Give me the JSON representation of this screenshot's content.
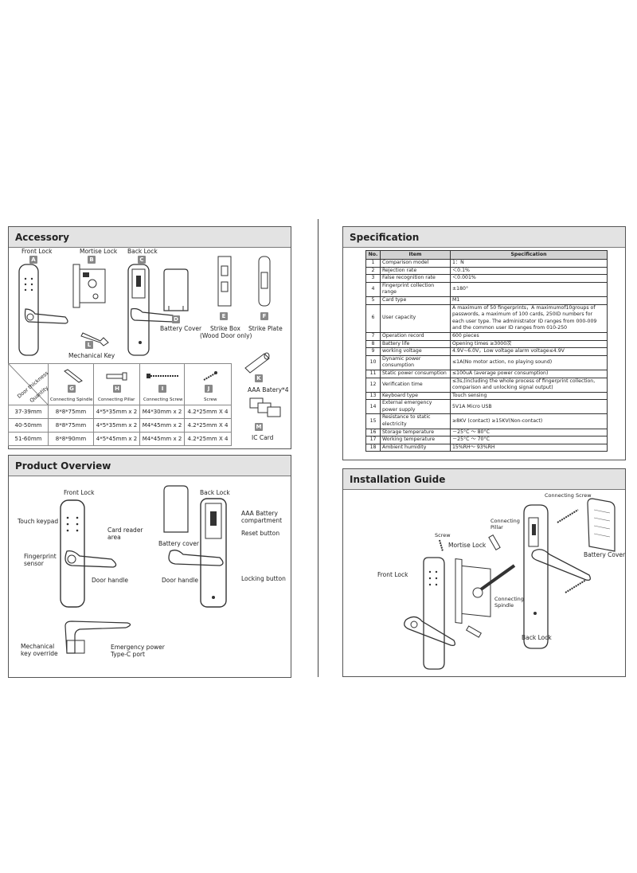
{
  "accessory": {
    "title": "Accessory",
    "front_lock": "Front Lock",
    "mortise_lock": "Mortise Lock",
    "back_lock": "Back Lock",
    "battery_cover": "Battery Cover",
    "strike_box": "Strike Box",
    "strike_box_note": "(Wood Door only)",
    "strike_plate": "Strike Plate",
    "mechanical_key": "Mechanical Key",
    "aaa_battery": "AAA Batery*4",
    "ic_card": "IC Card",
    "badges": {
      "a": "A",
      "b": "B",
      "c": "C",
      "d": "D",
      "e": "E",
      "f": "F",
      "g": "G",
      "h": "H",
      "i": "I",
      "j": "J",
      "k": "K",
      "l": "L",
      "m": "M"
    },
    "table": {
      "door_thickness": "Door thickness",
      "quantity": "Quantity",
      "columns": [
        "Connecting Spindle",
        "Connecting Pillar",
        "Connecting Screw",
        "Screw"
      ],
      "rows": [
        [
          "37-39mm",
          "8*8*75mm",
          "4*5*35mm x 2",
          "M4*30mm x 2",
          "4.2*25mm X 4"
        ],
        [
          "40-50mm",
          "8*8*75mm",
          "4*5*35mm x 2",
          "M4*45mm x 2",
          "4.2*25mm X 4"
        ],
        [
          "51-60mm",
          "8*8*90mm",
          "4*5*45mm x 2",
          "M4*45mm x 2",
          "4.2*25mm X 4"
        ]
      ]
    }
  },
  "overview": {
    "title": "Product Overview",
    "front_lock": "Front Lock",
    "back_lock": "Back Lock",
    "touch_keypad": "Touch keypad",
    "card_reader_1": "Card reader",
    "card_reader_2": "area",
    "fingerprint_1": "Fingerprint",
    "fingerprint_2": "sensor",
    "door_handle": "Door handle",
    "battery_cover": "Battery cover",
    "aaa_1": "AAA Battery",
    "aaa_2": "compartment",
    "reset": "Reset button",
    "door_handle_back": "Door handle",
    "locking": "Locking button",
    "mech_1": "Mechanical",
    "mech_2": "key override",
    "emerg_1": "Emergency power",
    "emerg_2": "Type-C port"
  },
  "spec": {
    "title": "Specification",
    "headers": [
      "No.",
      "Item",
      "Specification"
    ],
    "rows": [
      {
        "no": "1",
        "item": "Comparison model",
        "spec": "1：N"
      },
      {
        "no": "2",
        "item": "Rejection rate",
        "spec": "＜0.1%"
      },
      {
        "no": "3",
        "item": "False recognition rate",
        "spec": "＜0.001%"
      },
      {
        "no": "4",
        "item": "Fingerprint collection range",
        "spec": "±180°"
      },
      {
        "no": "5",
        "item": "Card type",
        "spec": "M1"
      },
      {
        "no": "6",
        "item": "User capacity",
        "spec": "A maximum of 50 fingerprints，A maximumof10groups of passwords, a maximum of 100 cards, 250ID numbers for each user type. The administrator ID ranges from 000-009 and the common user ID ranges from 010-250"
      },
      {
        "no": "7",
        "item": "Operation record",
        "spec": "600 pieces"
      },
      {
        "no": "8",
        "item": "Battery life",
        "spec": "Opening times ≥3000次"
      },
      {
        "no": "9",
        "item": "working voltage",
        "spec": "4.9V~6.0V，Low voltage alarm voltage≤4.9V"
      },
      {
        "no": "10",
        "item": "Dynamic power consumption",
        "spec": "≤1A(No motor action, no playing sound)"
      },
      {
        "no": "11",
        "item": "Static power consumption",
        "spec": "≤100uA (average power consumption)"
      },
      {
        "no": "12",
        "item": "Verification time",
        "spec": "≤3s,(including the whole process of fingerprint collection, comparison and unlocking signal output)"
      },
      {
        "no": "13",
        "item": "Keyboard type",
        "spec": "Touch sensing"
      },
      {
        "no": "14",
        "item": "External emergency power supply",
        "spec": "5V1A  Micro USB"
      },
      {
        "no": "15",
        "item": "Resistance to static electricity",
        "spec": "≥8KV (contact)  ≥15KV(Non-contact)"
      },
      {
        "no": "16",
        "item": "Storage temperature",
        "spec": "－25°C ～ 80°C"
      },
      {
        "no": "17",
        "item": "Working temperature",
        "spec": "－25°C ～ 70°C"
      },
      {
        "no": "18",
        "item": "Ambient humidity",
        "spec": "15%RH～ 93%RH"
      }
    ]
  },
  "install": {
    "title": "Installation Guide",
    "connecting_screw": "Connecting Screw",
    "screw": "Screw",
    "mortise_lock": "Mortise Lock",
    "pillar_1": "Connecting",
    "pillar_2": "Pillar",
    "battery_cover": "Battery Cover",
    "front_lock": "Front Lock",
    "spindle_1": "Connecting",
    "spindle_2": "Spindle",
    "back_lock": "Back Lock"
  }
}
